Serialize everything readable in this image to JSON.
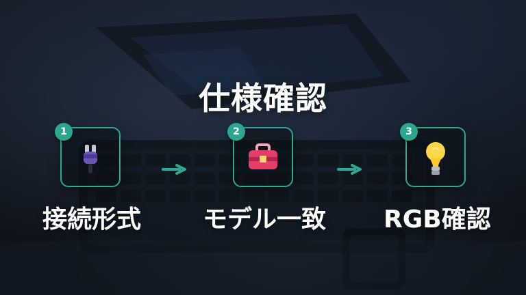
{
  "title": "仕様確認",
  "steps": [
    {
      "number": "1",
      "label": "接続形式",
      "icon": "plug-icon"
    },
    {
      "number": "2",
      "label": "モデル一致",
      "icon": "toolbox-icon"
    },
    {
      "number": "3",
      "label": "RGB確認",
      "icon": "lightbulb-icon"
    }
  ],
  "colors": {
    "accent": "#2ea88f",
    "text": "#ffffff"
  }
}
